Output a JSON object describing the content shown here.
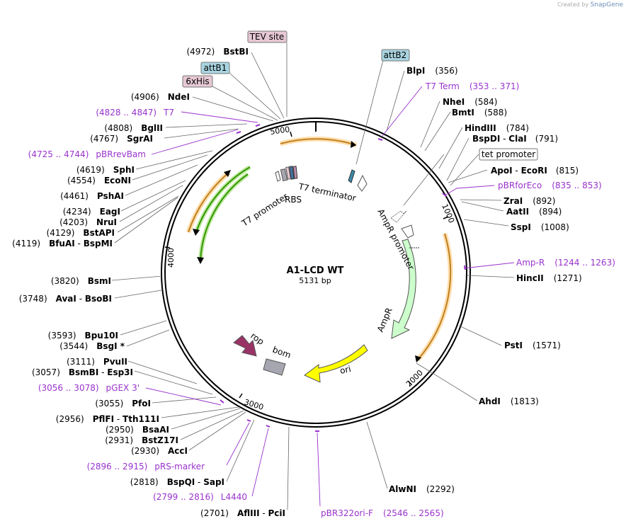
{
  "watermark": {
    "prefix": "Created by",
    "brand": "SnapGene"
  },
  "plasmid": {
    "name": "A1-LCD WT",
    "length_label": "5131 bp",
    "length": 5131
  },
  "ruler_ticks": [
    "1000",
    "2000",
    "3000",
    "4000",
    "5000"
  ],
  "enzymes_right": [
    {
      "name": "BlpI",
      "pos": "(356)"
    },
    {
      "name": "NheI",
      "pos": "(584)"
    },
    {
      "name": "BmtI",
      "pos": "(588)"
    },
    {
      "name": "HindIII",
      "pos": "(784)"
    },
    {
      "name": "BspDI",
      "alt": "ClaI",
      "pos": "(791)"
    },
    {
      "name": "ApoI",
      "alt": "EcoRI",
      "pos": "(815)"
    },
    {
      "name": "ZraI",
      "pos": "(892)"
    },
    {
      "name": "AatII",
      "pos": "(894)"
    },
    {
      "name": "SspI",
      "pos": "(1008)"
    },
    {
      "name": "HincII",
      "pos": "(1271)"
    },
    {
      "name": "PstI",
      "pos": "(1571)"
    },
    {
      "name": "AhdI",
      "pos": "(1813)"
    },
    {
      "name": "AlwNI",
      "pos": "(2292)"
    }
  ],
  "enzymes_left": [
    {
      "name": "BstBI",
      "pos": "(4972)"
    },
    {
      "name": "NdeI",
      "pos": "(4906)"
    },
    {
      "name": "BglII",
      "pos": "(4808)"
    },
    {
      "name": "SgrAI",
      "pos": "(4767)"
    },
    {
      "name": "SphI",
      "pos": "(4619)"
    },
    {
      "name": "EcoNI",
      "pos": "(4554)"
    },
    {
      "name": "PshAI",
      "pos": "(4461)"
    },
    {
      "name": "EagI",
      "pos": "(4234)"
    },
    {
      "name": "NruI",
      "pos": "(4203)"
    },
    {
      "name": "BstAPI",
      "pos": "(4129)"
    },
    {
      "name": "BfuAI",
      "alt": "BspMI",
      "pos": "(4119)"
    },
    {
      "name": "BsmI",
      "pos": "(3820)"
    },
    {
      "name": "AvaI",
      "alt": "BsoBI",
      "pos": "(3748)"
    },
    {
      "name": "Bpu10I",
      "pos": "(3593)"
    },
    {
      "name": "BsgI *",
      "pos": "(3544)"
    },
    {
      "name": "PvuII",
      "pos": "(3111)"
    },
    {
      "name": "BsmBI",
      "alt": "Esp3I",
      "pos": "(3057)"
    },
    {
      "name": "PfoI",
      "pos": "(3055)"
    },
    {
      "name": "PflFI",
      "alt": "Tth111I",
      "pos": "(2956)"
    },
    {
      "name": "BsaAI",
      "pos": "(2950)"
    },
    {
      "name": "BstZ17I",
      "pos": "(2931)"
    },
    {
      "name": "AccI",
      "pos": "(2930)"
    },
    {
      "name": "BspQI",
      "alt": "SapI",
      "pos": "(2818)"
    },
    {
      "name": "AflIII",
      "alt": "PciI",
      "pos": "(2701)"
    }
  ],
  "primers": [
    {
      "name": "T7 Term",
      "range": "(353 .. 371)"
    },
    {
      "name": "pBRforEco",
      "range": "(835 .. 853)"
    },
    {
      "name": "Amp-R",
      "range": "(1244 .. 1263)"
    },
    {
      "name": "pBR322ori-F",
      "range": "(2546 .. 2565)"
    },
    {
      "name": "L4440",
      "range": "(2799 .. 2816)"
    },
    {
      "name": "pRS-marker",
      "range": "(2896 .. 2915)"
    },
    {
      "name": "pGEX 3'",
      "range": "(3056 .. 3078)"
    },
    {
      "name": "pBRrevBam",
      "range": "(4725 .. 4744)"
    },
    {
      "name": "T7",
      "range": "(4828 .. 4847)"
    }
  ],
  "boxed_features": [
    {
      "label": "TEV site",
      "color": "#e6c8d4"
    },
    {
      "label": "attB1",
      "color": "#a8d4e0"
    },
    {
      "label": "6xHis",
      "color": "#e6c8d4"
    },
    {
      "label": "attB2",
      "color": "#a8d4e0"
    },
    {
      "label": "tet promoter",
      "color": "#ffffff"
    }
  ],
  "features": {
    "t7_promoter": "T7 promoter",
    "rbs": "RBS",
    "t7_terminator": "T7 terminator",
    "ampr_promoter": "AmpR promoter",
    "ampr": "AmpR",
    "ori": "ori",
    "rop": "rop",
    "bom": "bom"
  },
  "colors": {
    "primer": "#9933cc",
    "ampr": "#ccffcc",
    "ori": "#ffff00",
    "rop": "#993366",
    "bom": "#a6a6b0",
    "orf": "#ffb84d",
    "green_arrow": "#339900"
  }
}
